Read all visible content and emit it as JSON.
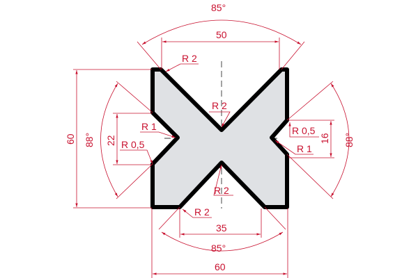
{
  "drawing": {
    "type": "double V-die cross-section technical drawing",
    "colors": {
      "dimension": "#c8102e",
      "profile_fill": "#dfe1e4",
      "profile_outline": "#000000",
      "center_axis": "#333333"
    },
    "dimensions": {
      "top_angle": "85°",
      "top_opening": "50",
      "top_corner_radius": "R 2",
      "top_v_radius": "R 2",
      "overall_height": "60",
      "left_angle": "88°",
      "left_opening": "22",
      "left_v_radius": "R 1",
      "left_edge_radius": "R 0,5",
      "right_angle": "88°",
      "right_opening": "16",
      "right_edge_radius": "R 0,5",
      "right_v_radius": "R 1",
      "bottom_v_radius": "R 2",
      "bottom_corner_radius": "R 2",
      "bottom_opening": "35",
      "bottom_angle": "85°",
      "overall_width": "60"
    }
  }
}
